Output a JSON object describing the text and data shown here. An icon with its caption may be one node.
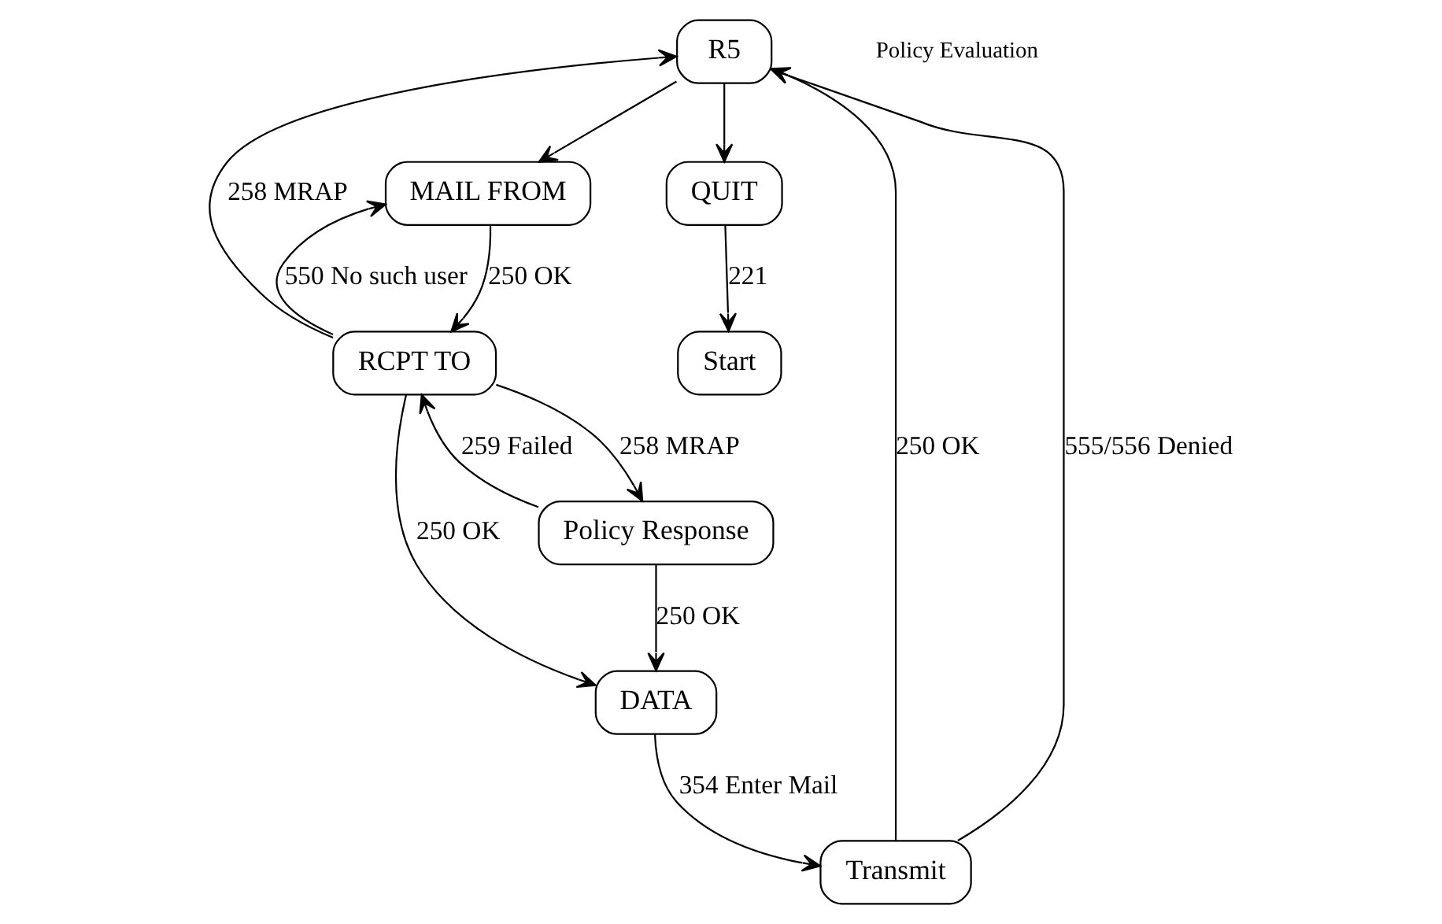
{
  "diagram": {
    "nodes": [
      {
        "text": [
          "R5"
        ]
      },
      {
        "text": [
          "MAIL FROM"
        ]
      },
      {
        "text": [
          "RCPT TO"
        ]
      },
      {
        "text": [
          "QUIT"
        ]
      },
      {
        "text": [
          "Policy Response"
        ]
      },
      {
        "text": [
          "Transmit"
        ]
      },
      {
        "text": [
          "DATA"
        ]
      },
      {
        "text": [
          "Start"
        ]
      }
    ],
    "edges": [
      {
        "from": 2,
        "to": 0,
        "arrow": "to",
        "label": "258 MRAP"
      },
      {
        "from": 2,
        "to": 1,
        "arrow": "to",
        "label": "550 No such user"
      },
      {
        "from": 0,
        "to": 1,
        "arrow": "to"
      },
      {
        "from": 1,
        "to": 2,
        "arrow": "to",
        "label": "250 OK"
      },
      {
        "from": 2,
        "to": 4,
        "arrow": "to",
        "label": "258 MRAP"
      },
      {
        "from": 4,
        "to": 2,
        "arrow": "to",
        "label": "259 Failed"
      },
      {
        "from": 0,
        "to": 3,
        "arrow": "to"
      },
      {
        "from": 5,
        "to": 0,
        "arrow": "to",
        "label": "250 OK"
      },
      {
        "from": 5,
        "to": 0,
        "arrow": "to",
        "label": "555/556 Denied"
      },
      {
        "from": 2,
        "to": 6,
        "arrow": "to",
        "label": "250 OK"
      },
      {
        "from": 4,
        "to": 6,
        "arrow": "to",
        "label": "250 OK"
      },
      {
        "from": 3,
        "to": 7,
        "arrow": "to",
        "label": "221"
      },
      {
        "from": 6,
        "to": 5,
        "arrow": "to",
        "label": "354 Enter Mail"
      }
    ],
    "labels": [
      "Policy Evaluation"
    ]
  }
}
